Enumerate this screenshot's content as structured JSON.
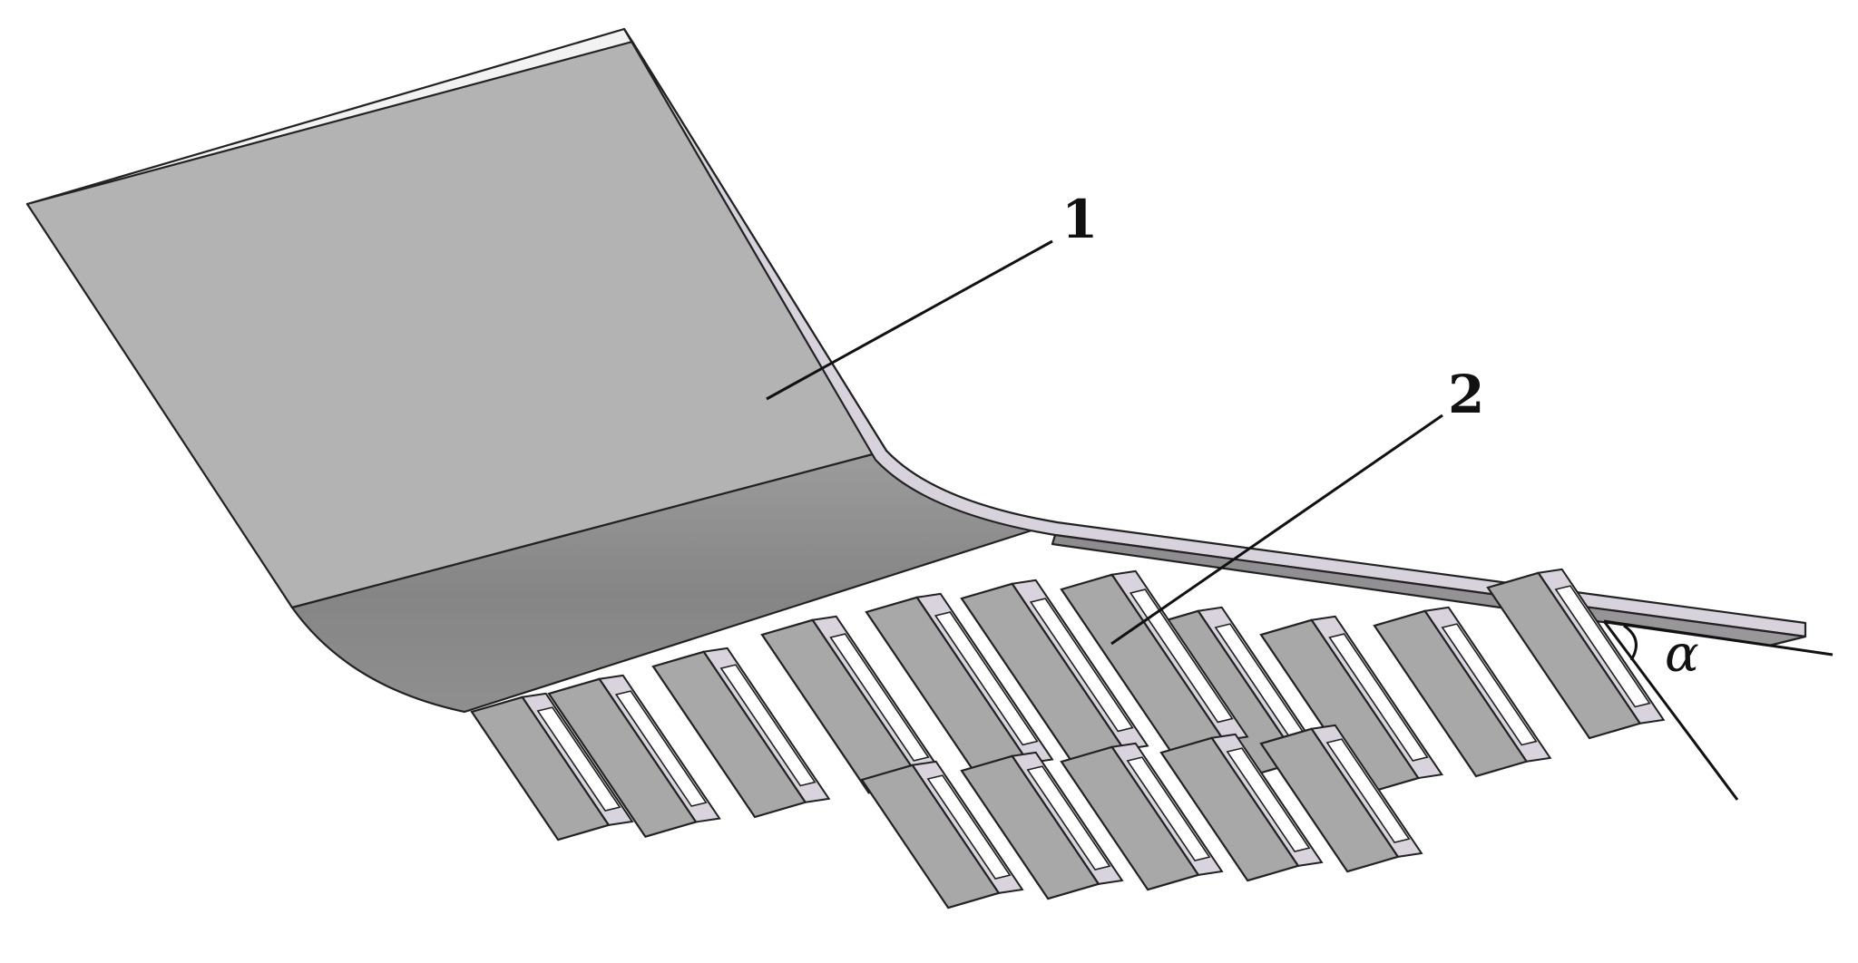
{
  "figure": {
    "labels": {
      "part1": "1",
      "part2": "2",
      "angle": "α"
    },
    "colors": {
      "plate_top": "#b3b3b3",
      "plate_curve": "#8a8a8a",
      "plate_edge": "#d8d2dc",
      "rib_face": "#a8a8a8",
      "rib_edge": "#d9d3dd",
      "underside": "#929092",
      "line": "#222222"
    }
  }
}
